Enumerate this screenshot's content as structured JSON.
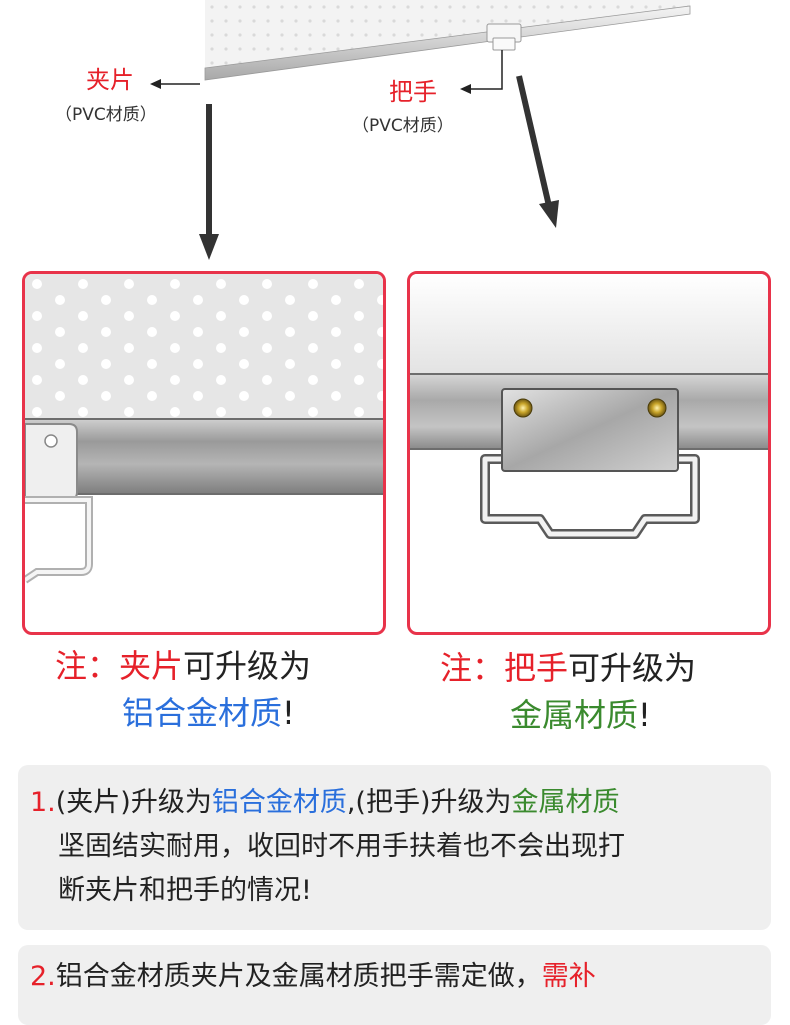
{
  "callouts": {
    "clip": {
      "label": "夹片",
      "material": "（PVC材质）"
    },
    "handle": {
      "label": "把手",
      "material": "（PVC材质）"
    }
  },
  "notes": {
    "left": {
      "prefix": "注：",
      "item": "夹片",
      "mid": "可升级为",
      "material": "铝合金材质",
      "end": "!"
    },
    "right": {
      "prefix": "注：",
      "item": "把手",
      "mid": "可升级为",
      "material": "金属材质",
      "end": "!"
    }
  },
  "info": {
    "item1": {
      "num": "1.",
      "seg1": "(夹片)升级为",
      "seg2": "铝合金材质",
      "seg3": ",(把手)升级为",
      "seg4": "金属材质",
      "line2": "坚固结实耐用，收回时不用手扶着也不会出现打",
      "line3": "断夹片和把手的情况!"
    },
    "item2": {
      "num": "2.",
      "seg1": "铝合金材质夹片及金属材质把手需定做，",
      "seg2": "需补"
    }
  },
  "colors": {
    "red": "#e6212a",
    "blue": "#2a6fdc",
    "green": "#3a8a2e",
    "panel_border": "#e8334a",
    "card_bg": "#efefef"
  }
}
